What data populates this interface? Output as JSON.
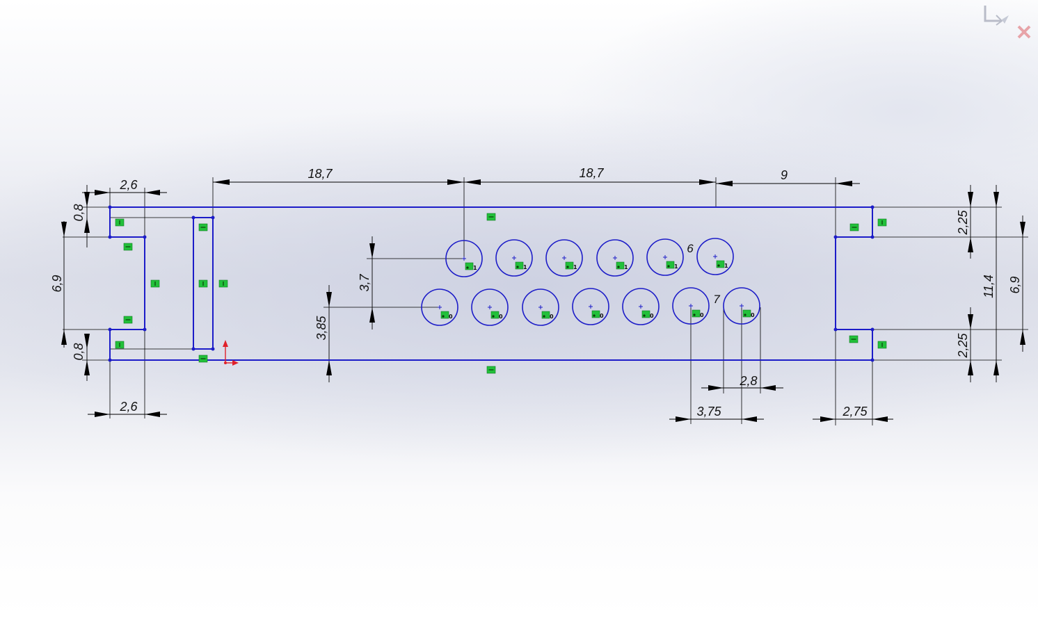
{
  "dimensions": {
    "top_left_width": "2,6",
    "bottom_left_width": "2,6",
    "top_left_height": "0,8",
    "bottom_left_height": "0,8",
    "left_slot_height": "6,9",
    "span_1": "18,7",
    "span_2": "18,7",
    "span_3": "9",
    "row_spacing": "3,7",
    "row_offset": "3,85",
    "hole_pitch": "2,8",
    "hole_offset": "3,75",
    "right_notch_width": "2,75",
    "right_top_height": "2,25",
    "right_bottom_height": "2,25",
    "overall_height": "11,4",
    "right_slot_height": "6,9"
  },
  "hole_labels": {
    "top_row_last": "6",
    "bottom_row_last": "7"
  },
  "hole_rows": {
    "top_count": 6,
    "bottom_count": 7,
    "top_tag": "1",
    "bottom_tag": "0"
  },
  "colors": {
    "sketch": "#1c1cc8",
    "relation": "#22c03a",
    "dimension": "#000000",
    "origin": "#e0202a"
  },
  "icons": [
    "confirmation-corner-accept-icon",
    "confirmation-corner-cancel-icon",
    "sketch-origin-icon"
  ]
}
